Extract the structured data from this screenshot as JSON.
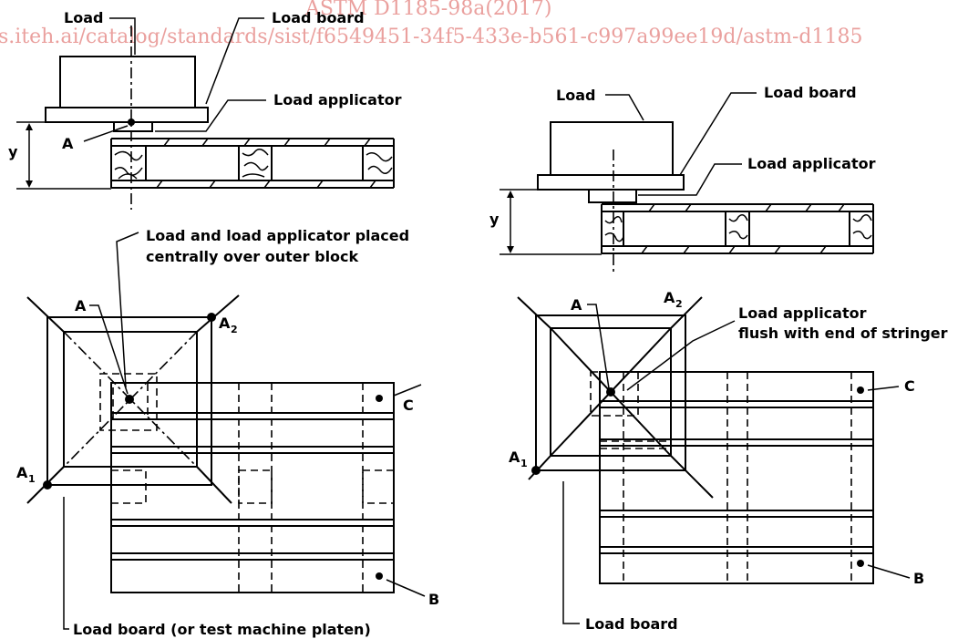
{
  "watermark": {
    "line1": "ASTM D1185-98a(2017)",
    "line2": "s.iteh.ai/catalog/standards/sist/f6549451-34f5-433e-b561-c997a99ee19d/astm-d1185"
  },
  "left_side": {
    "load": "Load",
    "load_board": "Load board",
    "load_applicator": "Load applicator",
    "point_a": "A",
    "height_y": "y",
    "note_line1": "Load and load applicator placed",
    "note_line2": "centrally over outer block",
    "plan_a": "A",
    "a1": "A",
    "a1_sub": "1",
    "a2": "A",
    "a2_sub": "2",
    "point_c": "C",
    "point_b": "B",
    "platen": "Load board (or test machine platen)"
  },
  "right_side": {
    "load": "Load",
    "load_board": "Load board",
    "load_applicator": "Load applicator",
    "height_y": "y",
    "plan_a": "A",
    "a1": "A",
    "a1_sub": "1",
    "a2": "A",
    "a2_sub": "2",
    "note_line1": "Load applicator",
    "note_line2": "flush with end of stringer",
    "point_c": "C",
    "point_b": "B",
    "bottom_board": "Load board"
  }
}
